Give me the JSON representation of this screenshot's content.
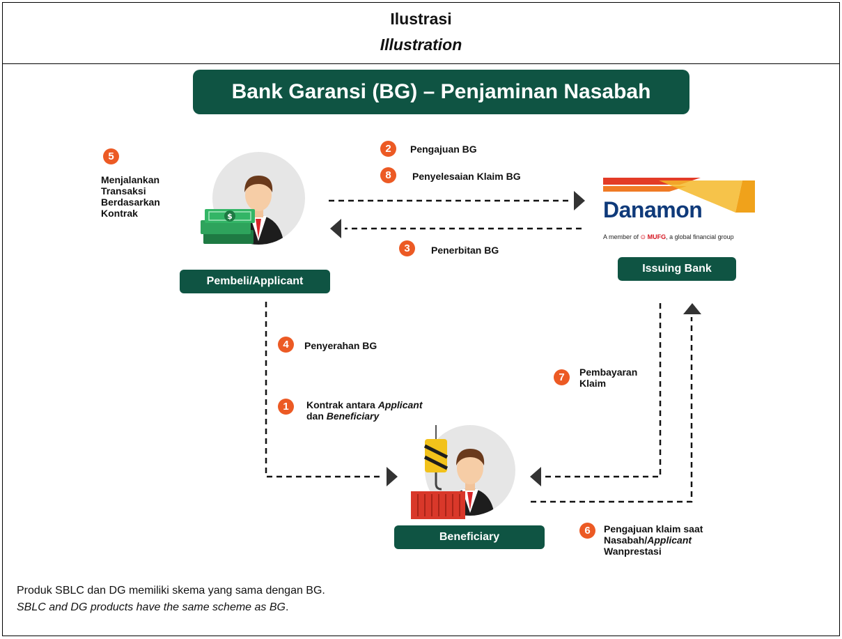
{
  "header": {
    "title_id": "Ilustrasi",
    "title_en": "Illustration"
  },
  "diagram": {
    "title": "Bank Garansi (BG) – Penjaminan Nasabah",
    "nodes": {
      "applicant": "Pembeli/Applicant",
      "issuing_bank": "Issuing Bank",
      "beneficiary": "Beneficiary"
    },
    "bank_logo": {
      "name": "Danamon",
      "member_prefix": "A member of",
      "member_brand": "MUFG",
      "member_suffix": ", a global financial group"
    },
    "steps": [
      {
        "num": "1",
        "line1_a": "Kontrak antara ",
        "line1_b": "Applicant",
        "line2_a": "dan ",
        "line2_b": "Beneficiary"
      },
      {
        "num": "2",
        "text": "Pengajuan BG"
      },
      {
        "num": "3",
        "text": "Penerbitan BG"
      },
      {
        "num": "4",
        "text": "Penyerahan BG"
      },
      {
        "num": "5",
        "lines": [
          "Menjalankan",
          "Transaksi",
          "Berdasarkan",
          "Kontrak"
        ]
      },
      {
        "num": "6",
        "line1": "Pengajuan klaim saat",
        "line2_a": "Nasabah/",
        "line2_b": "Applicant",
        "line3": "Wanprestasi"
      },
      {
        "num": "7",
        "lines": [
          "Pembayaran",
          "Klaim"
        ]
      },
      {
        "num": "8",
        "text": "Penyelesaian Klaim BG"
      }
    ],
    "colors": {
      "primary": "#0f5443",
      "accent": "#ec5a24",
      "logo_blue": "#0f3a7a",
      "logo_orange": "#f0a21b"
    }
  },
  "footer": {
    "line_id": "Produk SBLC dan DG memiliki skema yang sama dengan BG.",
    "line_en_a": "SBLC and DG products have the same scheme as BG",
    "line_en_b": "."
  }
}
